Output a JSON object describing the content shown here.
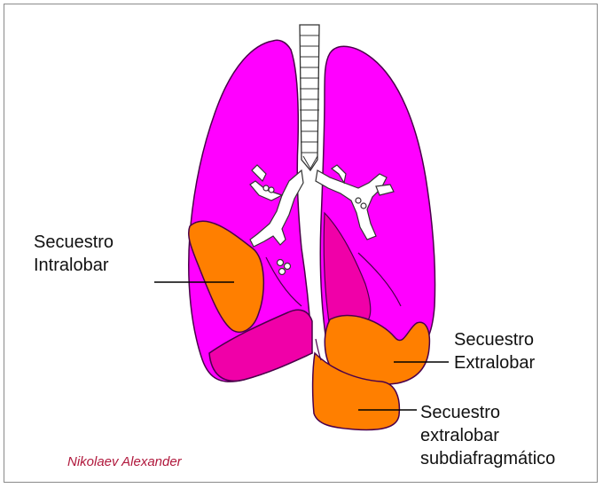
{
  "labels": {
    "intralobar": "Secuestro\nIntralobar",
    "extralobar": "Secuestro\nExtralobar",
    "subdiaphragmatic": "Secuestro\nextralobar\nsubdiafragmático"
  },
  "credit": "Nikolaev Alexander",
  "colors": {
    "lung": "#ff00ff",
    "lower_lobe": "#f000a8",
    "sequestration": "#ff7f00",
    "outline": "#4a004a",
    "credit_text": "#b0183c"
  }
}
